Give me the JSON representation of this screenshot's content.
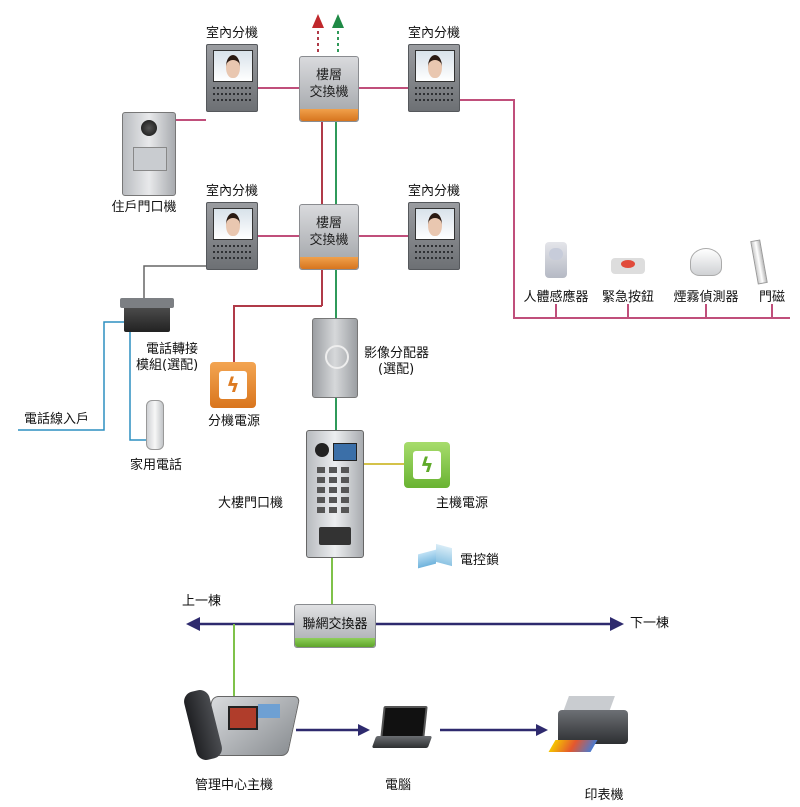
{
  "labels": {
    "indoor_unit": "室內分機",
    "floor_switch_l1": "樓層",
    "floor_switch_l2": "交換機",
    "villa_door": "住戶門口機",
    "tel_module_l1": "電話轉接",
    "tel_module_l2": "模組(選配)",
    "tel_line": "電話線入戶",
    "home_phone": "家用電話",
    "ext_power": "分機電源",
    "video_splitter_l1": "影像分配器",
    "video_splitter_l2": "(選配)",
    "lobby_door": "大樓門口機",
    "main_power": "主機電源",
    "elock": "電控鎖",
    "motion": "人體感應器",
    "panic": "緊急按鈕",
    "smoke": "煙霧偵測器",
    "door_mag": "門磁",
    "net_switch": "聯網交換器",
    "prev_bldg": "上一棟",
    "next_bldg": "下一棟",
    "mgmt": "管理中心主機",
    "pc": "電腦",
    "printer": "印表機"
  },
  "colors": {
    "red_wire": "#b03a48",
    "green_wire": "#2f9a5a",
    "pink_wire": "#c04f7b",
    "gray_wire": "#666666",
    "blue_wire": "#2d8fc0",
    "arrow": "#2e2a6e",
    "lightgreen_wire": "#7fc24a",
    "yellow_wire": "#d4c24a"
  },
  "icons": [
    "lightning-icon"
  ]
}
